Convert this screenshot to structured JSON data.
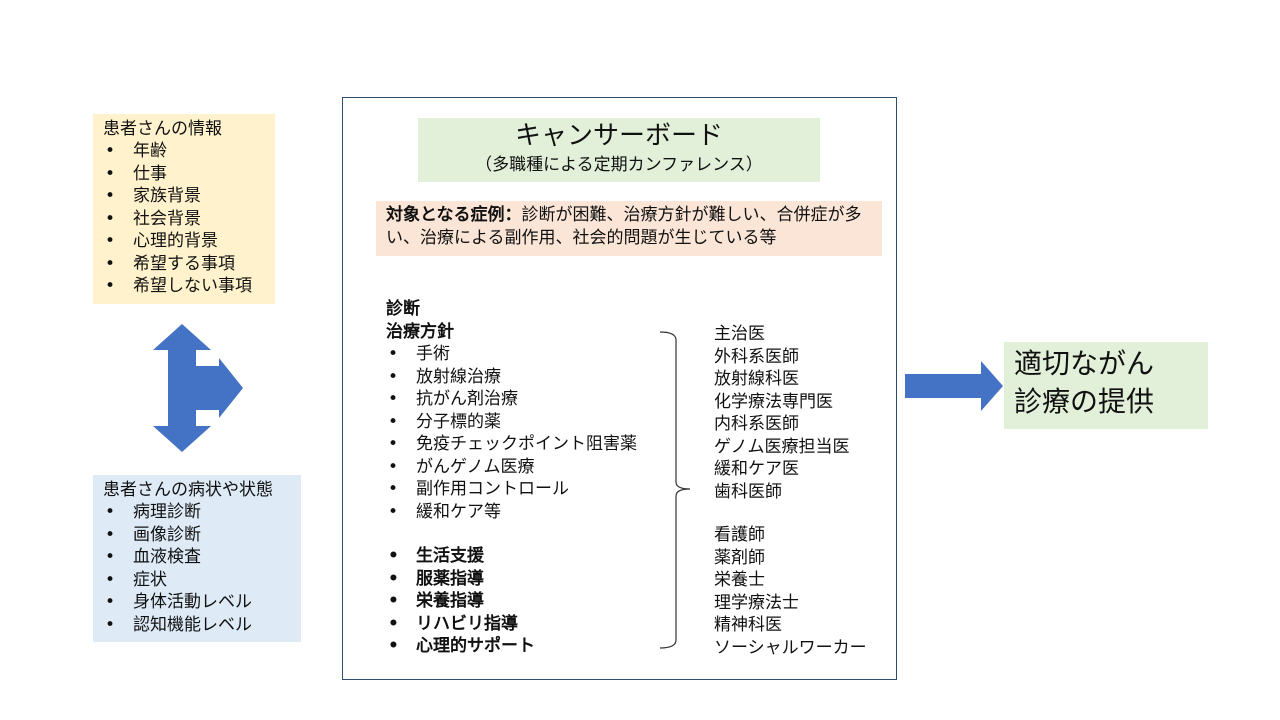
{
  "patient_info": {
    "title": "患者さんの情報",
    "items": [
      "年齢",
      "仕事",
      "家族背景",
      "社会背景",
      "心理的背景",
      "希望する事項",
      "希望しない事項"
    ]
  },
  "patient_condition": {
    "title": "患者さんの病状や状態",
    "items": [
      "病理診断",
      "画像診断",
      "血液検査",
      "症状",
      "身体活動レベル",
      "認知機能レベル"
    ]
  },
  "board": {
    "title": "キャンサーボード",
    "subtitle": "（多職種による定期カンファレンス）",
    "target_label": "対象となる症例：",
    "target_text": "診断が困難、治療方針が難しい、合併症が多い、治療による副作用、社会的問題が生じている等",
    "heading_diagnosis": "診断",
    "heading_policy": "治療方針",
    "treatments": [
      "手術",
      "放射線治療",
      "抗がん剤治療",
      "分子標的薬",
      "免疫チェックポイント阻害薬",
      "がんゲノム医療",
      "副作用コントロール",
      "緩和ケア等"
    ],
    "supports": [
      "生活支援",
      "服薬指導",
      "栄養指導",
      "リハビリ指導",
      "心理的サポート"
    ],
    "doctors": [
      "主治医",
      "外科系医師",
      "放射線科医",
      "化学療法専門医",
      "内科系医師",
      "ゲノム医療担当医",
      "緩和ケア医",
      "歯科医師"
    ],
    "staff": [
      "看護師",
      "薬剤師",
      "栄養士",
      "理学療法士",
      "精神科医",
      "ソーシャルワーカー"
    ]
  },
  "result": {
    "line1": "適切ながん",
    "line2": "診療の提供"
  },
  "colors": {
    "arrow": "#4472c4",
    "yellow_box": "#fff2cc",
    "blue_box": "#deebf7",
    "green_box": "#e2f0d9",
    "orange_box": "#fbe5d6",
    "board_border": "#2f4e73"
  }
}
